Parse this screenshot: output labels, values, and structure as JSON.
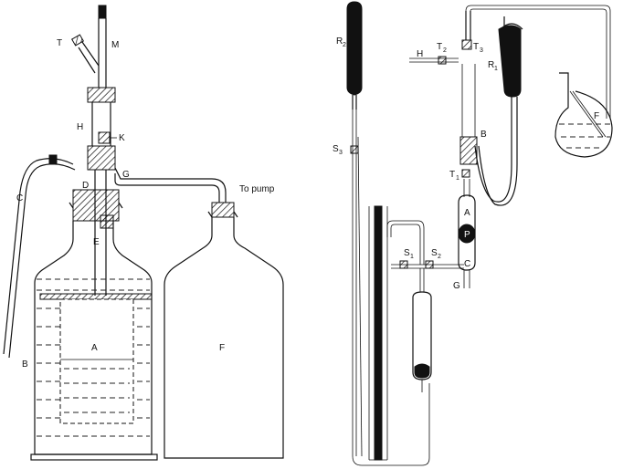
{
  "left_apparatus": {
    "labels": {
      "T": "T",
      "M": "M",
      "H": "H",
      "K": "K",
      "G": "G",
      "D": "D",
      "C": "C",
      "E": "E",
      "A": "A",
      "B": "B",
      "F": "F",
      "to_pump": "To pump"
    }
  },
  "right_apparatus": {
    "labels": {
      "R2": "R",
      "R2_sub": "2",
      "S3": "S",
      "S3_sub": "3",
      "H": "H",
      "T2": "T",
      "T2_sub": "2",
      "T3": "T",
      "T3_sub": "3",
      "R1": "R",
      "R1_sub": "1",
      "F": "F",
      "B": "B",
      "T1": "T",
      "T1_sub": "1",
      "A": "A",
      "P": "P",
      "S1": "S",
      "S1_sub": "1",
      "S2": "S",
      "S2_sub": "2",
      "C": "C",
      "G": "G"
    }
  }
}
